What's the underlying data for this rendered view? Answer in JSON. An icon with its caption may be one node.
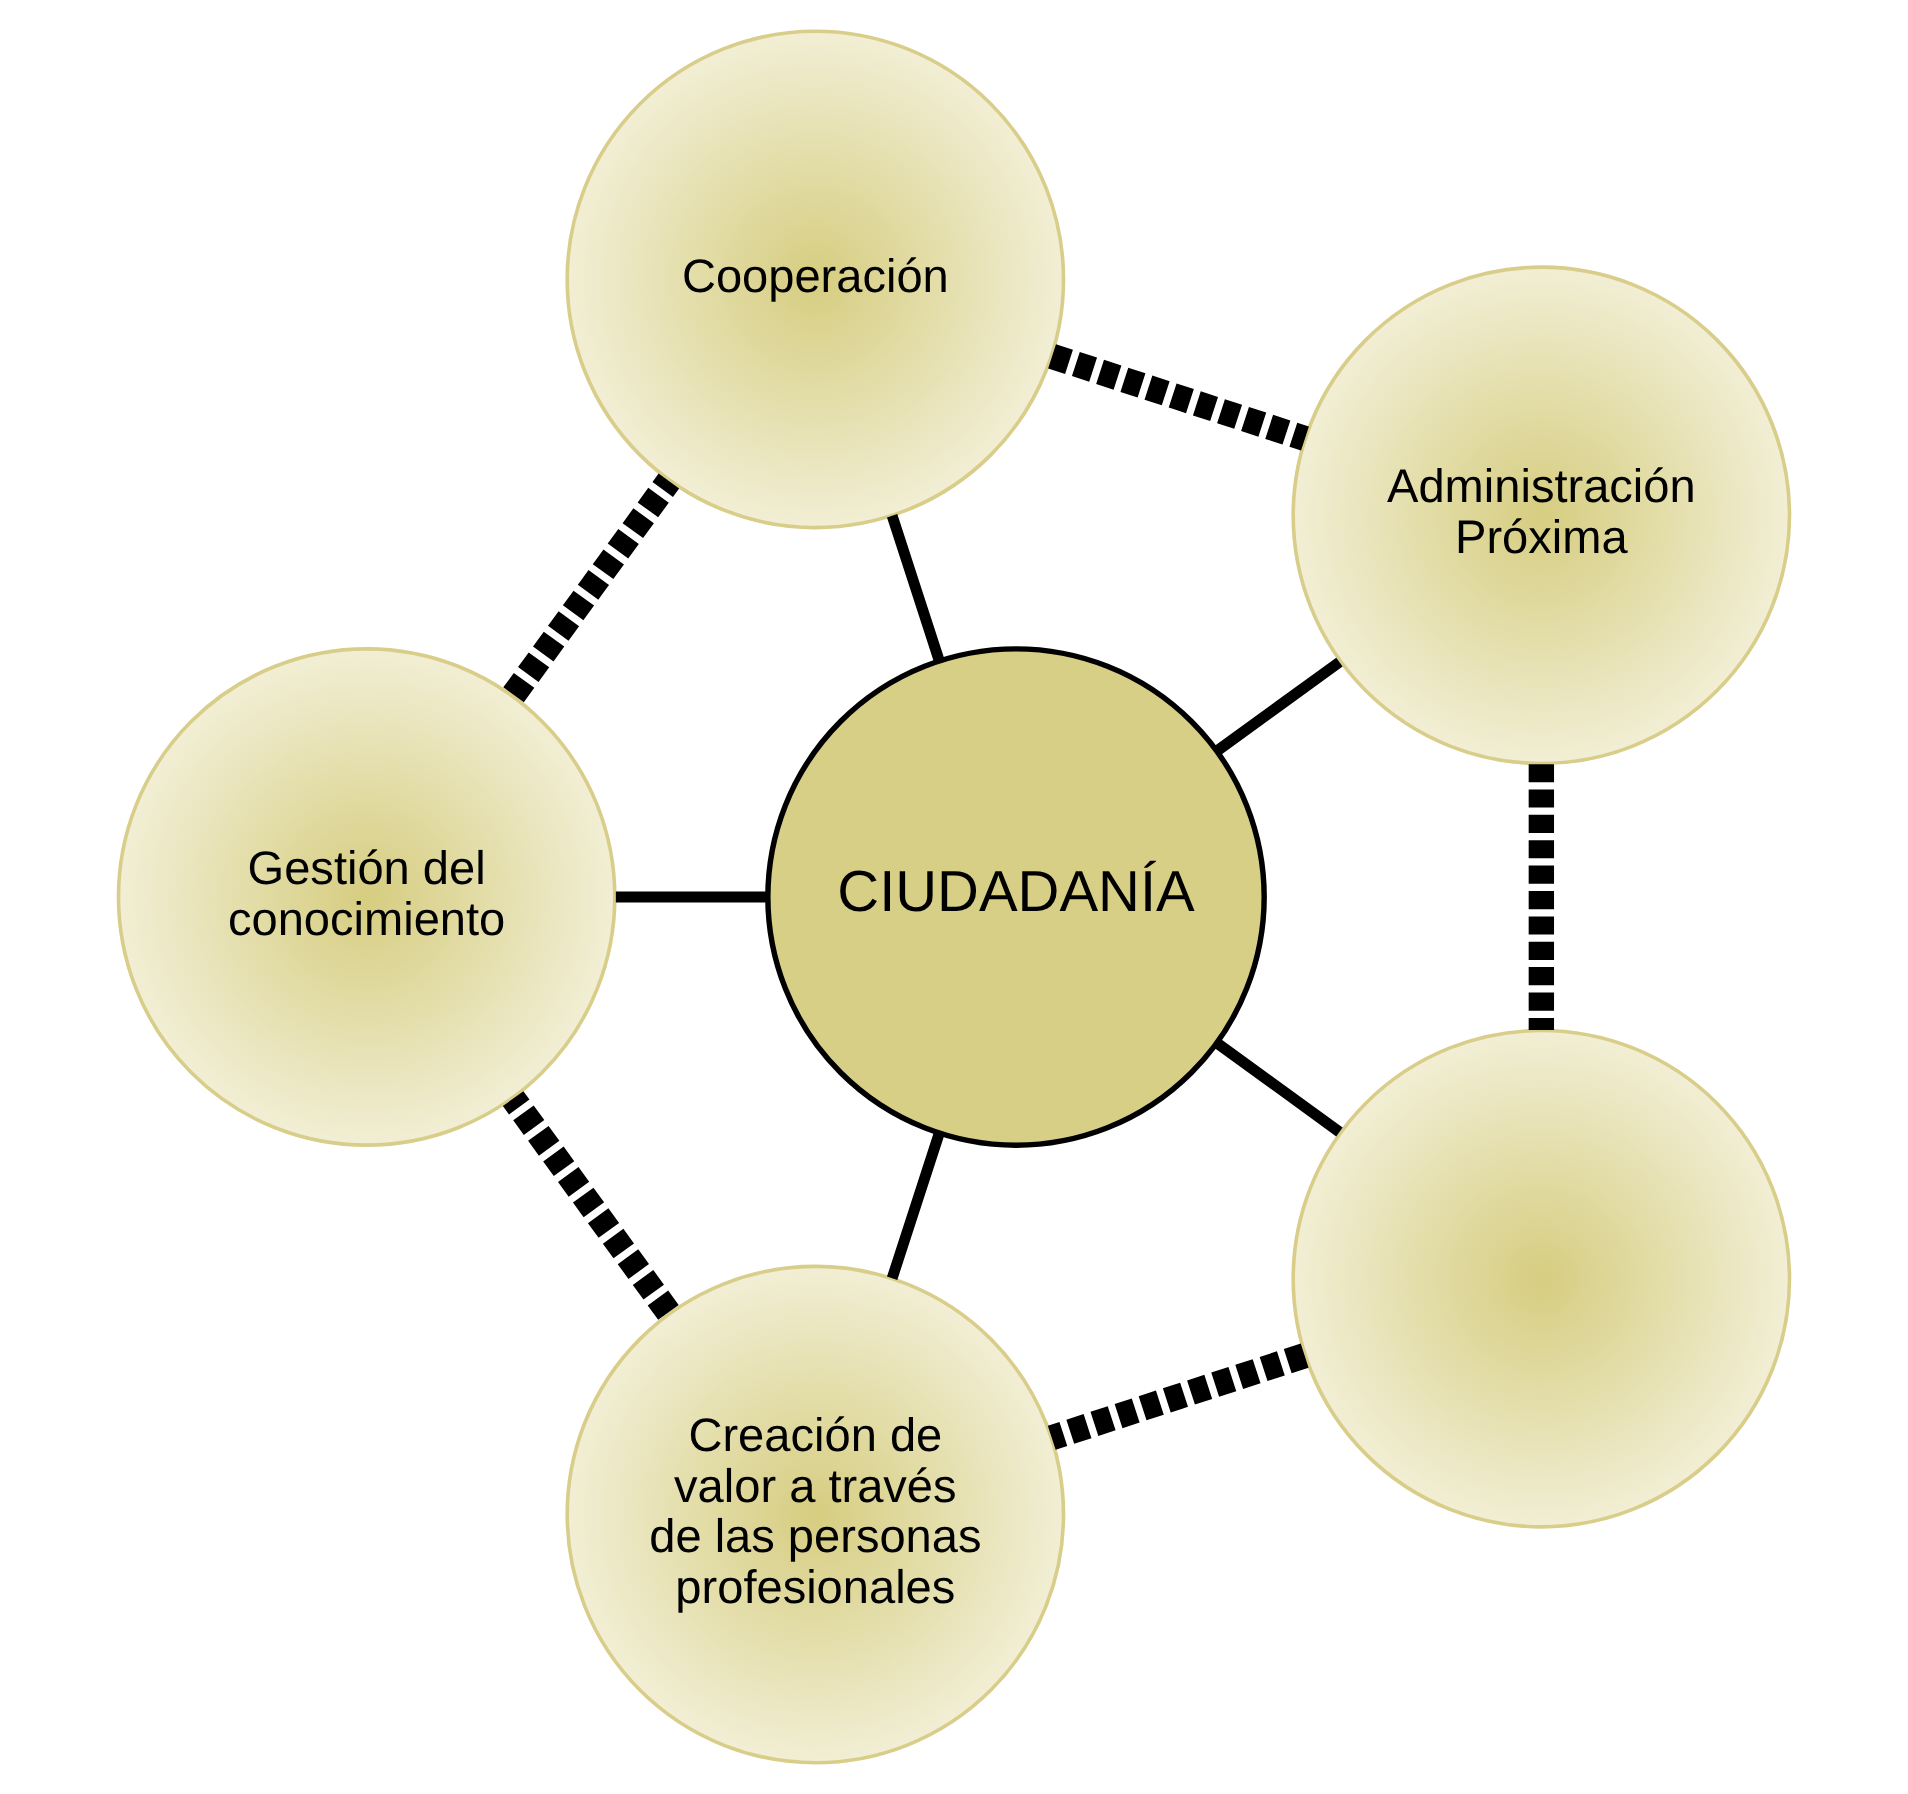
{
  "diagram": {
    "nodes": [
      {
        "text": [
          "Administración Próxima"
        ]
      },
      {
        "text": [
          "Cooperación"
        ]
      },
      {
        "text": [],
        "shape": "circle"
      },
      {
        "text": [
          "CIUDADANÍA"
        ]
      },
      {
        "text": [
          "Gestión del conocimiento"
        ]
      },
      {
        "text": [
          "Creación de valor a través de las personas profesionales"
        ]
      }
    ],
    "edges": [
      {
        "from": 3,
        "to": 0,
        "arrow": "none"
      },
      {
        "from": 3,
        "to": 2,
        "arrow": "none"
      },
      {
        "from": 3,
        "to": 5,
        "arrow": "none"
      },
      {
        "from": 3,
        "to": 4,
        "arrow": "none"
      },
      {
        "from": 3,
        "to": 1,
        "arrow": "none"
      },
      {
        "from": 1,
        "to": 0,
        "arrow": "none",
        "style": "dashed"
      },
      {
        "from": 0,
        "to": 2,
        "arrow": "none",
        "style": "dashed"
      },
      {
        "from": 2,
        "to": 5,
        "arrow": "none",
        "style": "dashed"
      },
      {
        "from": 5,
        "to": 4,
        "arrow": "none",
        "style": "dashed"
      },
      {
        "from": 4,
        "to": 1,
        "arrow": "none",
        "style": "dashed"
      }
    ]
  }
}
